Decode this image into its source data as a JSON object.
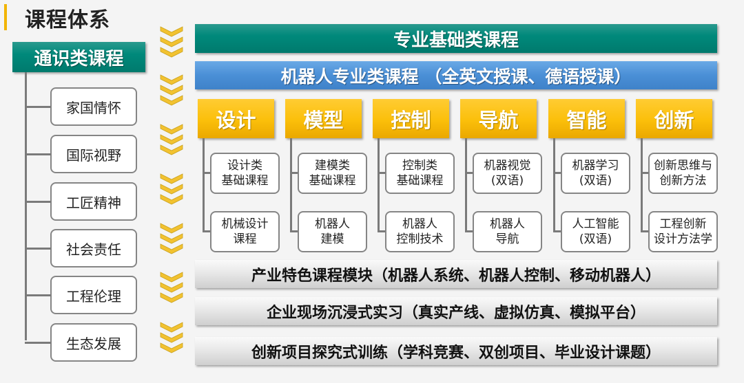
{
  "title": "课程体系",
  "general": {
    "heading": "通识类课程",
    "items": [
      "家国情怀",
      "国际视野",
      "工匠精神",
      "社会责任",
      "工程伦理",
      "生态发展"
    ]
  },
  "bars": {
    "basic": "专业基础类课程",
    "robot": "机器人专业类课程 （全英文授课、德语授课）",
    "industry": "产业特色课程模块（机器人系统、机器人控制、移动机器人）",
    "internship": "企业现场沉浸式实习（真实产线、虚拟仿真、模拟平台）",
    "innovation": "创新项目探究式训练（学科竞赛、双创项目、毕业设计课题）"
  },
  "columns": [
    {
      "label": "设计",
      "items": [
        "设计类\n基础课程",
        "机械设计\n课程"
      ]
    },
    {
      "label": "模型",
      "items": [
        "建模类\n基础课程",
        "机器人\n建模"
      ]
    },
    {
      "label": "控制",
      "items": [
        "控制类\n基础课程",
        "机器人\n控制技术"
      ]
    },
    {
      "label": "导航",
      "items": [
        "机器视觉\n(双语)",
        "机器人\n导航"
      ]
    },
    {
      "label": "智能",
      "items": [
        "机器学习\n(双语)",
        "人工智能\n(双语)"
      ]
    },
    {
      "label": "创新",
      "items": [
        "创新思维与\n创新方法",
        "工程创新\n设计方法学"
      ]
    }
  ],
  "colors": {
    "teal": "#00897b",
    "blue": "#4a8fd6",
    "yellow": "#fbbf0a",
    "chevron": "#f2c230"
  }
}
